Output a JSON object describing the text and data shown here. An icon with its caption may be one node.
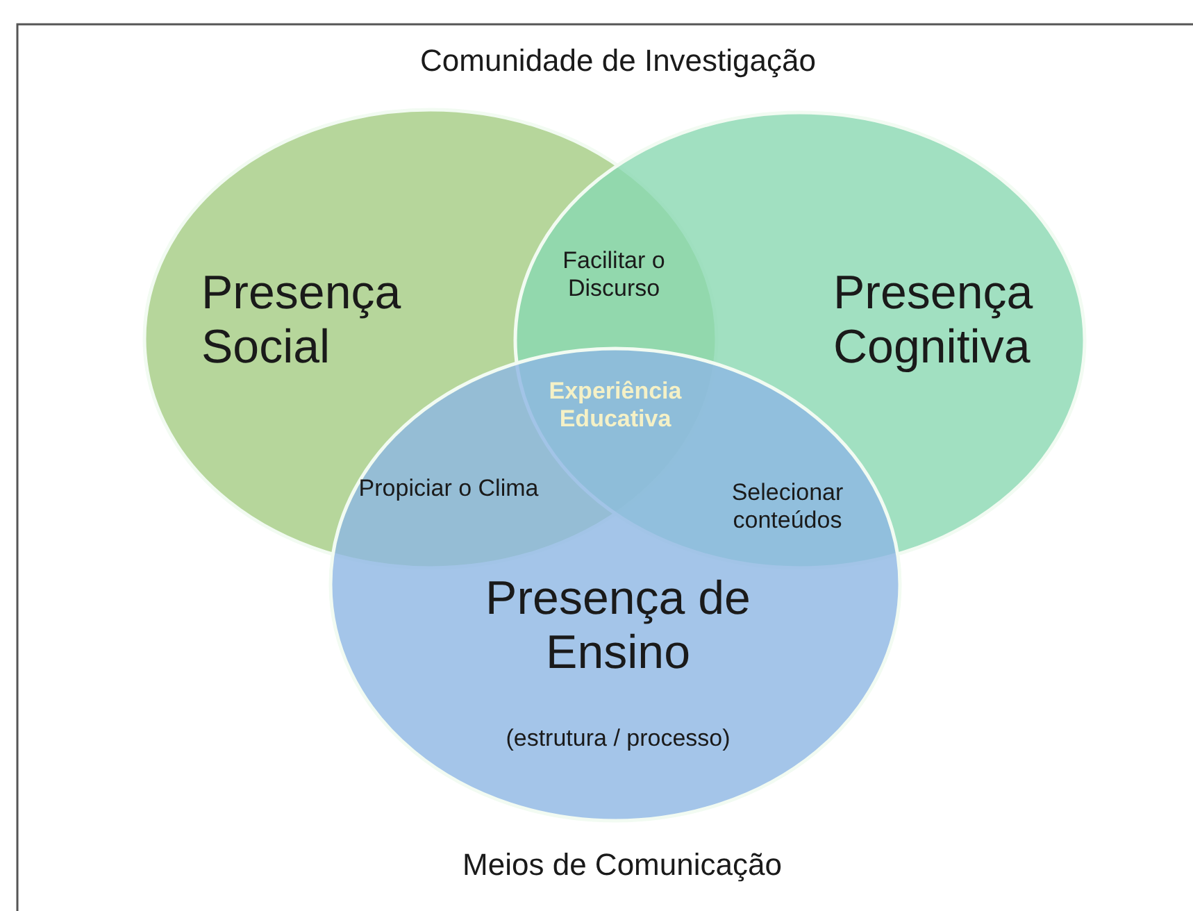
{
  "diagram": {
    "title": "Comunidade de Investigação",
    "caption": "Meios de Comunicação",
    "nodes": [
      {
        "text": [
          "Presença Social"
        ]
      },
      {
        "text": [
          "Presença Cognitiva"
        ]
      },
      {
        "text": [
          "Presença de Ensino",
          "(estrutura / processo)"
        ]
      }
    ],
    "labels": [
      "Facilitar o Discurso",
      "Experiência Educativa",
      "Propiciar o Clima",
      "Selecionar conteúdos"
    ]
  }
}
